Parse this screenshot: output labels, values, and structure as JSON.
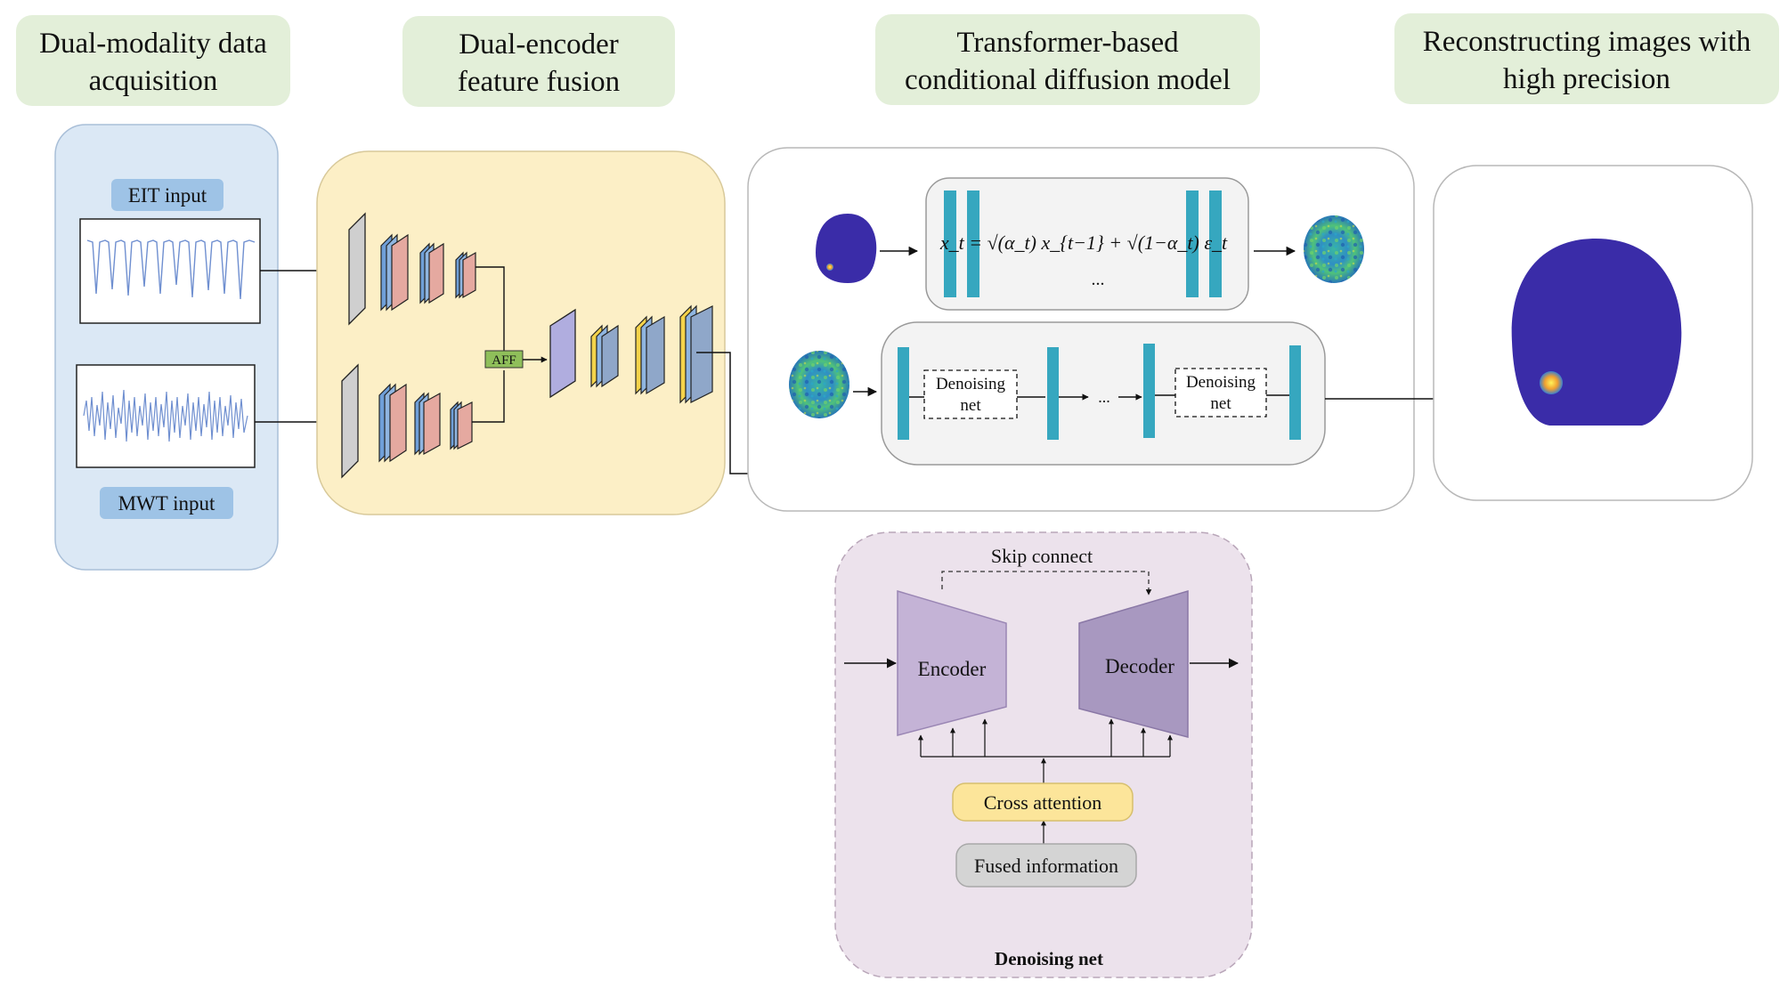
{
  "headers": {
    "acquisition": [
      "Dual-modality data",
      "acquisition"
    ],
    "fusion": [
      "Dual-encoder",
      "feature fusion"
    ],
    "diffusion": [
      "Transformer-based",
      "conditional diffusion model"
    ],
    "reconstruction": [
      "Reconstructing images with",
      "high precision"
    ]
  },
  "inputs": {
    "eit_label": "EIT input",
    "mwt_label": "MWT input"
  },
  "fusion_block": {
    "aff_label": "AFF"
  },
  "diffusion": {
    "forward_equation": "x_t = √(α_t) x_{t−1} + √(1−α_t) ε_t",
    "forward_ellipsis": "...",
    "denoise_1": [
      "Denoising",
      "net"
    ],
    "denoise_2": [
      "Denoising",
      "net"
    ],
    "reverse_ellipsis": "..."
  },
  "denoising_net": {
    "title": "Denoising net",
    "skip_label": "Skip connect",
    "encoder_label": "Encoder",
    "decoder_label": "Decoder",
    "cross_attention_label": "Cross attention",
    "fused_info_label": "Fused information"
  },
  "colors": {
    "header_bg": "#e3efd9",
    "acquisition_bg": "#dbe8f5",
    "fusion_bg": "#fcefc6",
    "denoise_bg": "#ece2ec",
    "label_blue": "#9ec3e6",
    "teal_bar": "#36a7bf",
    "brain_blue": "#3a2ca8",
    "encoder": "#c4b3d6",
    "decoder": "#a898c0",
    "cross_attention": "#fce59a",
    "fused_info": "#d4d4d4"
  }
}
